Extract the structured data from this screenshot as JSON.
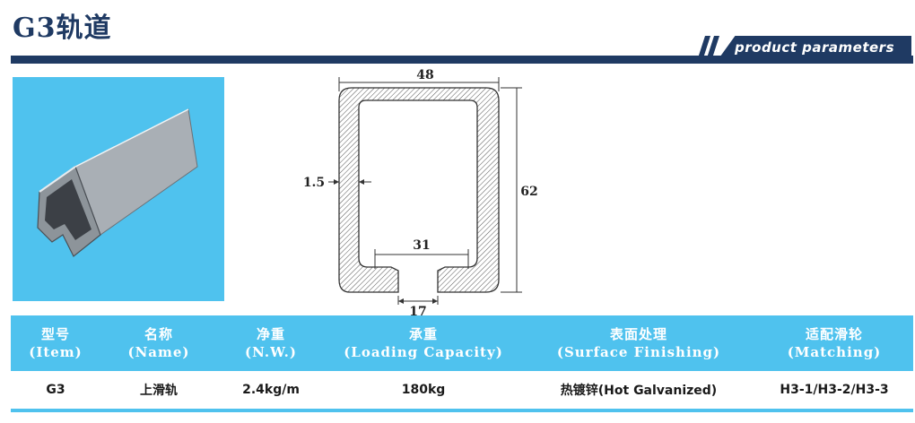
{
  "page": {
    "title": "G3轨道",
    "section_label": "product parameters"
  },
  "drawing": {
    "dim_width": "48",
    "dim_height": "62",
    "dim_thickness": "1.5",
    "dim_inner": "31",
    "dim_slot": "17"
  },
  "table": {
    "headers": [
      {
        "cn": "型号",
        "en": "(Item)"
      },
      {
        "cn": "名称",
        "en": "(Name)"
      },
      {
        "cn": "净重",
        "en": "(N.W.)"
      },
      {
        "cn": "承重",
        "en": "(Loading Capacity)"
      },
      {
        "cn": "表面处理",
        "en": "(Surface Finishing)"
      },
      {
        "cn": "适配滑轮",
        "en": "(Matching)"
      }
    ],
    "row": [
      "G3",
      "上滑轨",
      "2.4kg/m",
      "180kg",
      "热镀锌(Hot Galvanized)",
      "H3-1/H3-2/H3-3"
    ]
  },
  "colors": {
    "navy": "#1f3a63",
    "sky": "#4fc2ee"
  }
}
